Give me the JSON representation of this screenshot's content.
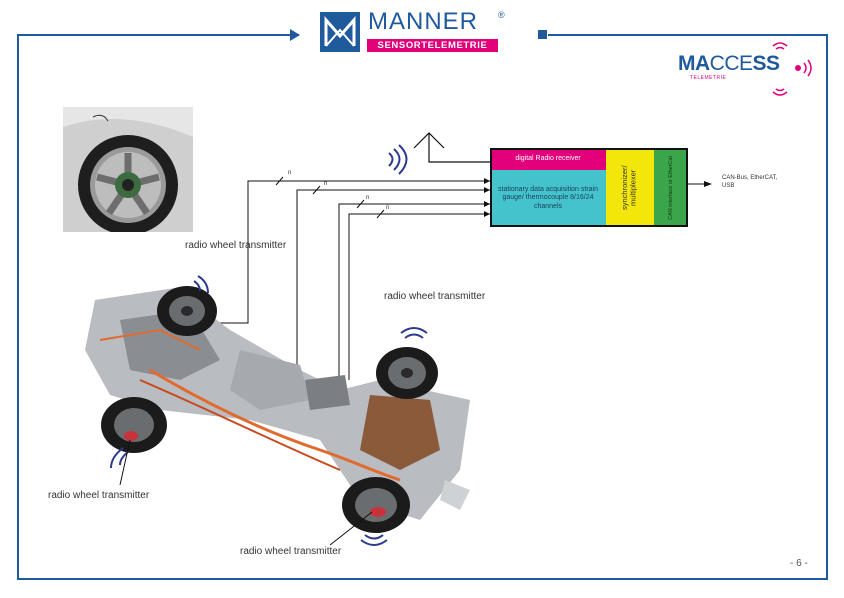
{
  "logo": {
    "name": "MANNER",
    "registered": "®",
    "subtitle": "SENSORTELEMETRIE"
  },
  "maccess_logo": {
    "ma": "MA",
    "cce": "CCE",
    "ss": "SS",
    "subtitle": "TELEMETRIE"
  },
  "blocks": {
    "radio_receiver": "digital Radio receiver",
    "acquisition": "stationary data acquisition strain gauge/ thermocouple 8/16/24 channels",
    "synchronizer": "synchronizer/ multiplexer",
    "can_interface": "CAN interface or EtherCat"
  },
  "output_label": "CAN-Bus, EtherCAT, USB",
  "channel_label": "n",
  "transmitters": {
    "front_right": "radio wheel transmitter",
    "rear_right": "radio wheel transmitter",
    "front_left": "radio wheel transmitter",
    "rear_left": "radio wheel transmitter"
  },
  "page_number": "- 6 -",
  "colors": {
    "brand_blue": "#1f5a9c",
    "brand_magenta": "#e2007a",
    "receiver": "#e2007a",
    "acquisition": "#45c3cd",
    "synchronizer": "#f2e60a",
    "can_interface": "#3aa54a",
    "radio_waves": "#2b3a8f"
  }
}
